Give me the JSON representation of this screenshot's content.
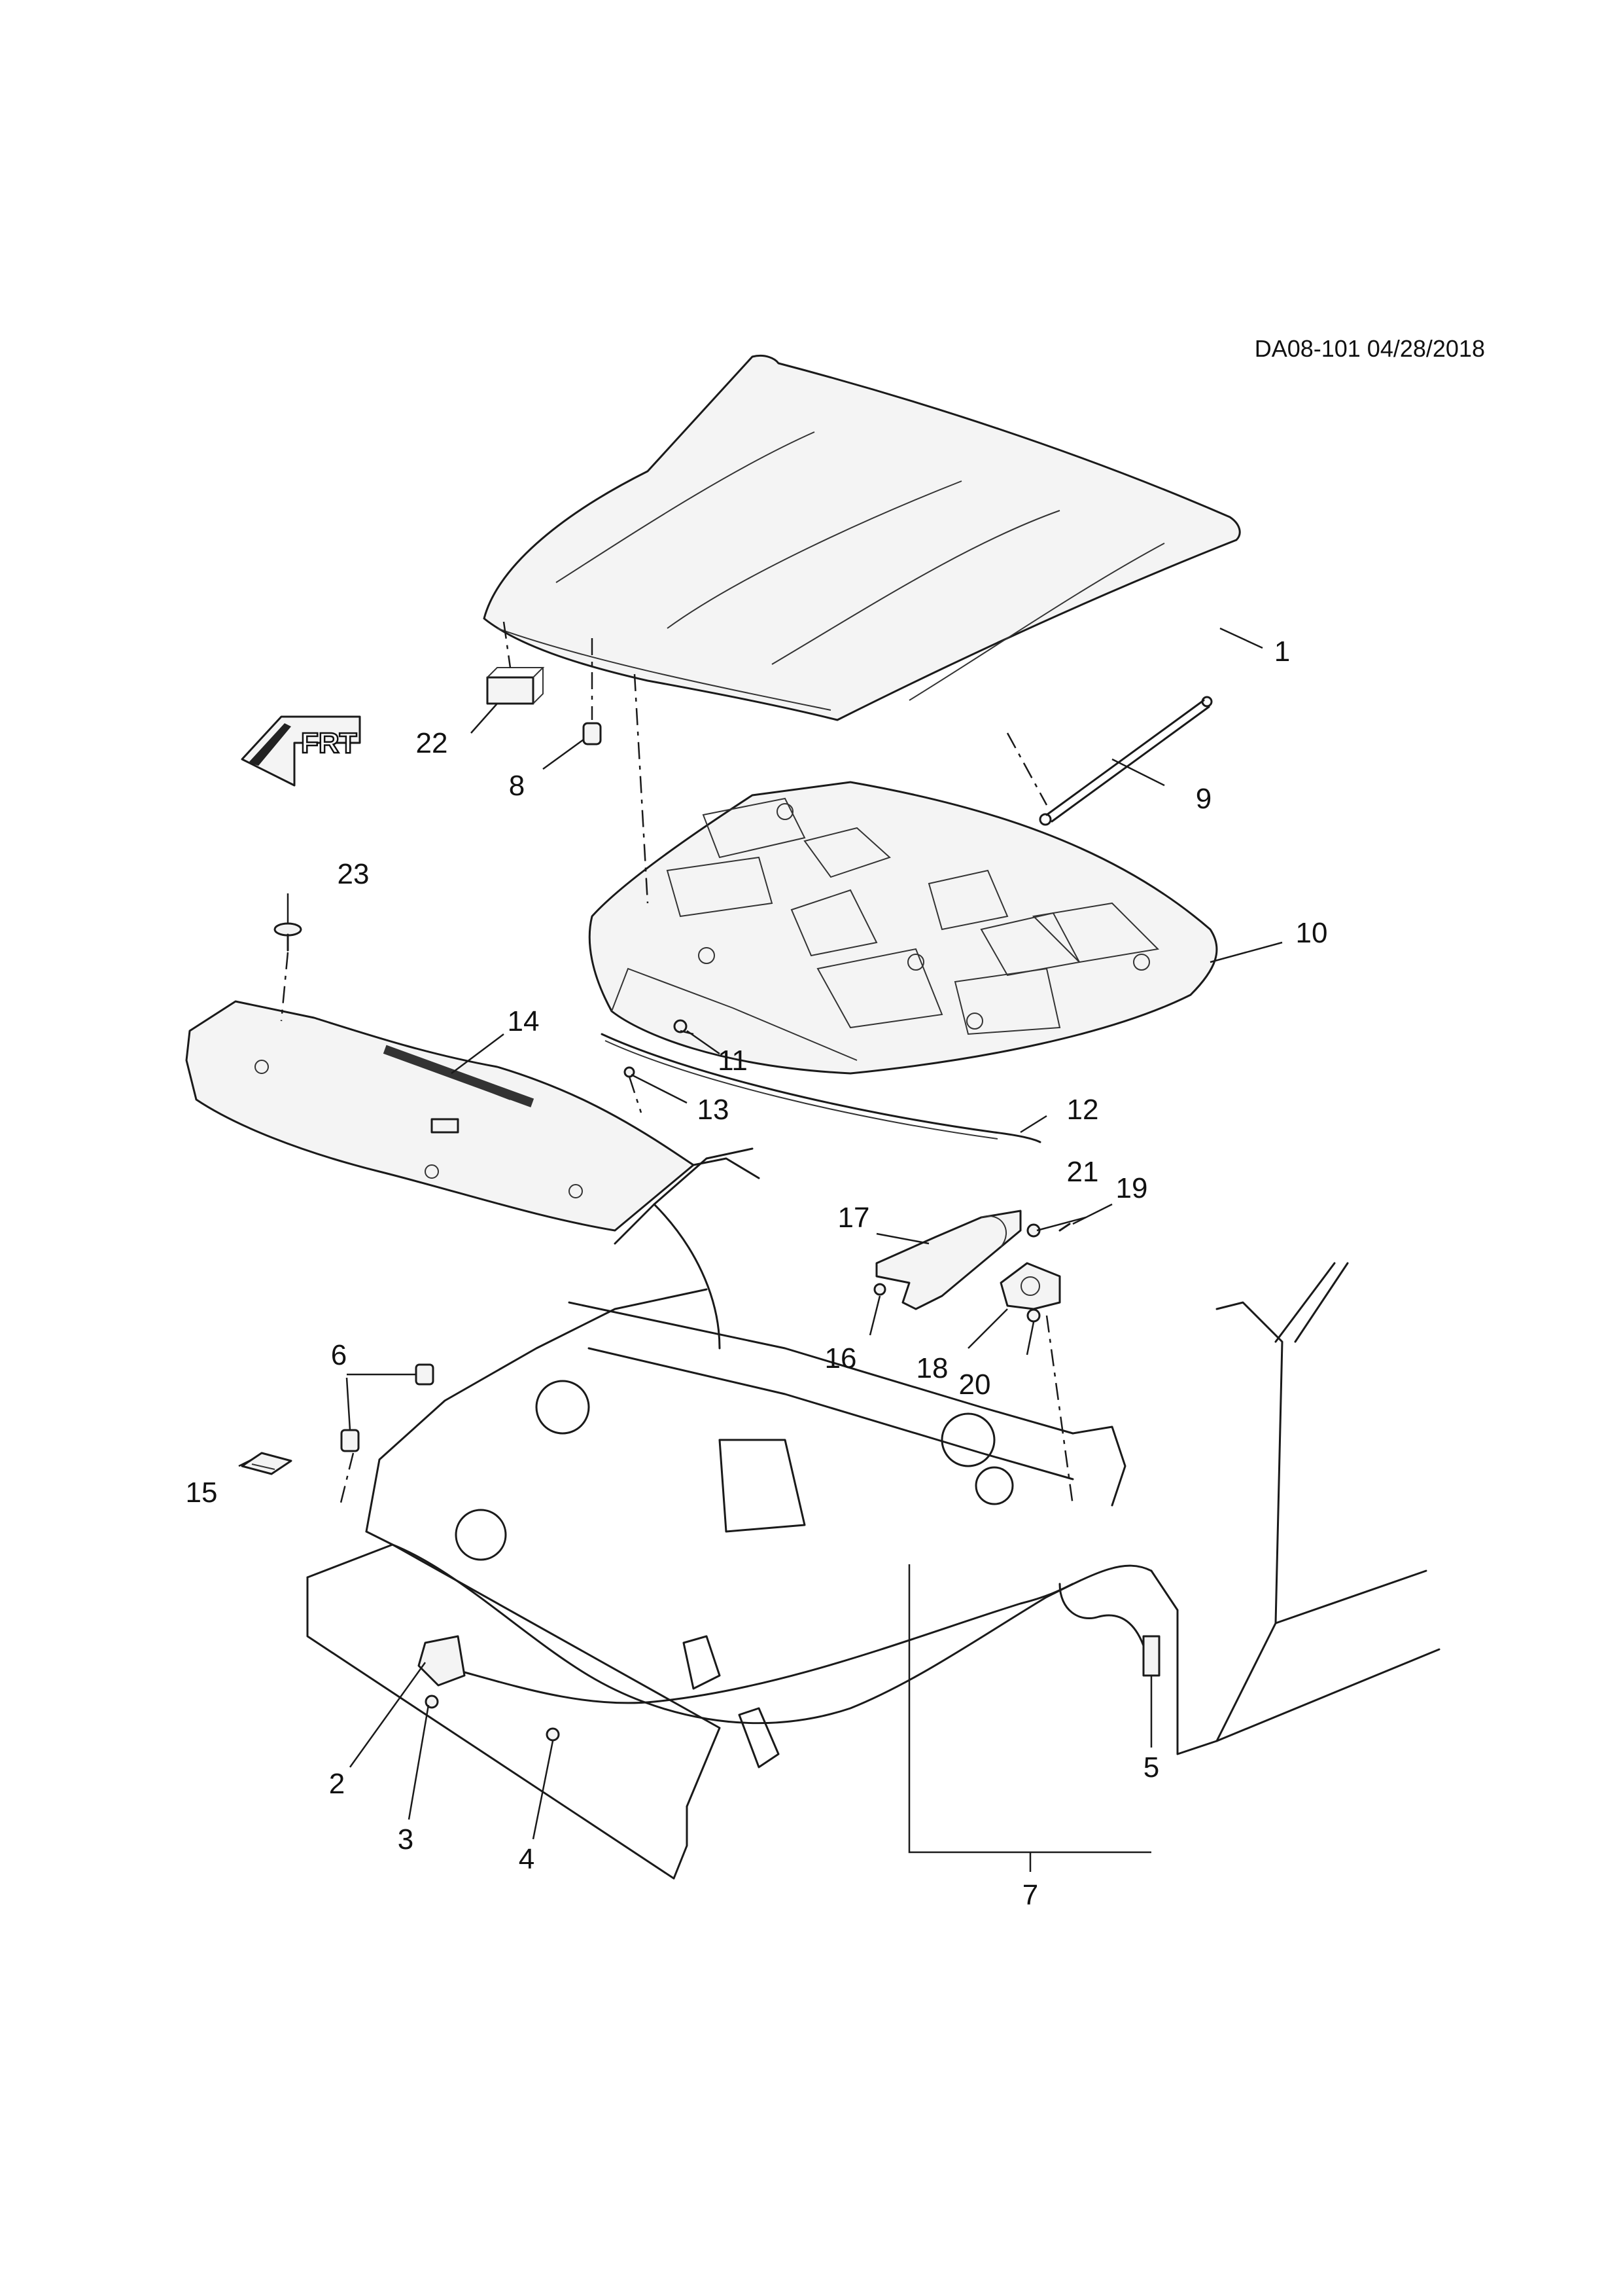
{
  "reference": {
    "code": "DA08-101 04/28/2018"
  },
  "direction_indicator": {
    "label": "FRT"
  },
  "callouts": [
    {
      "id": "1",
      "label": "1"
    },
    {
      "id": "2",
      "label": "2"
    },
    {
      "id": "3",
      "label": "3"
    },
    {
      "id": "4",
      "label": "4"
    },
    {
      "id": "5",
      "label": "5"
    },
    {
      "id": "6",
      "label": "6"
    },
    {
      "id": "7",
      "label": "7"
    },
    {
      "id": "8",
      "label": "8"
    },
    {
      "id": "9",
      "label": "9"
    },
    {
      "id": "10",
      "label": "10"
    },
    {
      "id": "11",
      "label": "11"
    },
    {
      "id": "12",
      "label": "12"
    },
    {
      "id": "13",
      "label": "13"
    },
    {
      "id": "14",
      "label": "14"
    },
    {
      "id": "15",
      "label": "15"
    },
    {
      "id": "16",
      "label": "16"
    },
    {
      "id": "17",
      "label": "17"
    },
    {
      "id": "18",
      "label": "18"
    },
    {
      "id": "19",
      "label": "19"
    },
    {
      "id": "20",
      "label": "20"
    },
    {
      "id": "21",
      "label": "21"
    },
    {
      "id": "22",
      "label": "22"
    },
    {
      "id": "23",
      "label": "23"
    }
  ]
}
